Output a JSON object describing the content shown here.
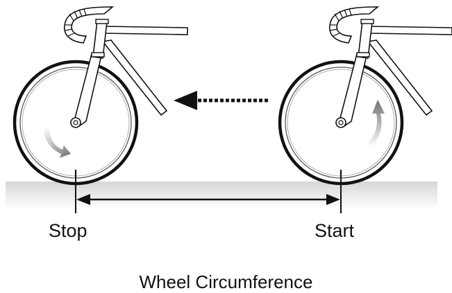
{
  "labels": {
    "stop": "Stop",
    "start": "Start",
    "caption": "Wheel Circumference"
  },
  "colors": {
    "outline": "#111111",
    "ground_top": "#d9d9d9",
    "ground_bottom": "#ffffff",
    "rotation_arrow": "#8a8a8a"
  },
  "icons": {
    "motion_arrow": "dotted-left-arrow-icon",
    "rotation_arrow": "curved-rotation-arrow-icon"
  }
}
